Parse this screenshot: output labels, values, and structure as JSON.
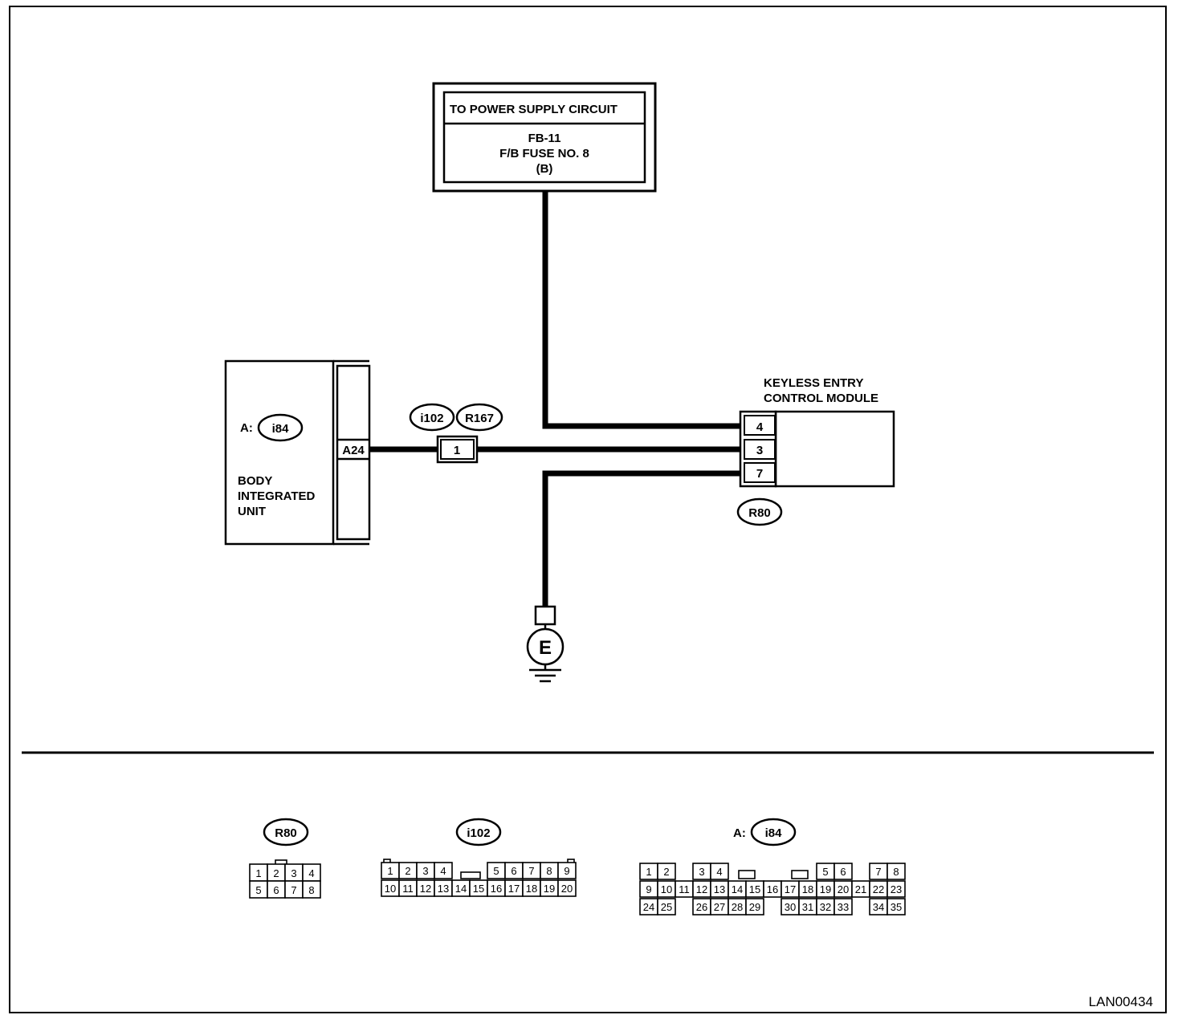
{
  "power_supply": {
    "title": "TO POWER SUPPLY CIRCUIT",
    "lines": [
      "FB-11",
      "F/B FUSE NO. 8",
      "(B)"
    ]
  },
  "body_unit": {
    "prefix": "A:",
    "connector": "i84",
    "terminal": "A24",
    "name_lines": [
      "BODY",
      "INTEGRATED",
      "UNIT"
    ]
  },
  "junction": {
    "connectors": [
      "i102",
      "R167"
    ],
    "pin": "1"
  },
  "keyless_module": {
    "name_lines": [
      "KEYLESS ENTRY",
      "CONTROL MODULE"
    ],
    "pins": [
      "4",
      "3",
      "7"
    ],
    "connector": "R80"
  },
  "ground": {
    "label": "E"
  },
  "connector_views": {
    "r80": {
      "label": "R80",
      "rows": [
        [
          "1",
          "2",
          "3",
          "4"
        ],
        [
          "5",
          "6",
          "7",
          "8"
        ]
      ]
    },
    "i102": {
      "label": "i102",
      "rows": [
        [
          "1",
          "2",
          "3",
          "4",
          "",
          "5",
          "6",
          "7",
          "8",
          "9"
        ],
        [
          "10",
          "11",
          "12",
          "13",
          "14",
          "15",
          "16",
          "17",
          "18",
          "19",
          "20"
        ]
      ]
    },
    "i84": {
      "prefix": "A:",
      "label": "i84",
      "rows": [
        [
          "1",
          "2",
          "3",
          "4",
          "5",
          "6",
          "7",
          "8"
        ],
        [
          "9",
          "10",
          "11",
          "12",
          "13",
          "14",
          "15",
          "16",
          "17",
          "18",
          "19",
          "20",
          "21",
          "22",
          "23"
        ],
        [
          "24",
          "25",
          "26",
          "27",
          "28",
          "29",
          "30",
          "31",
          "32",
          "33",
          "34",
          "35"
        ]
      ]
    }
  },
  "diagram_id": "LAN00434"
}
